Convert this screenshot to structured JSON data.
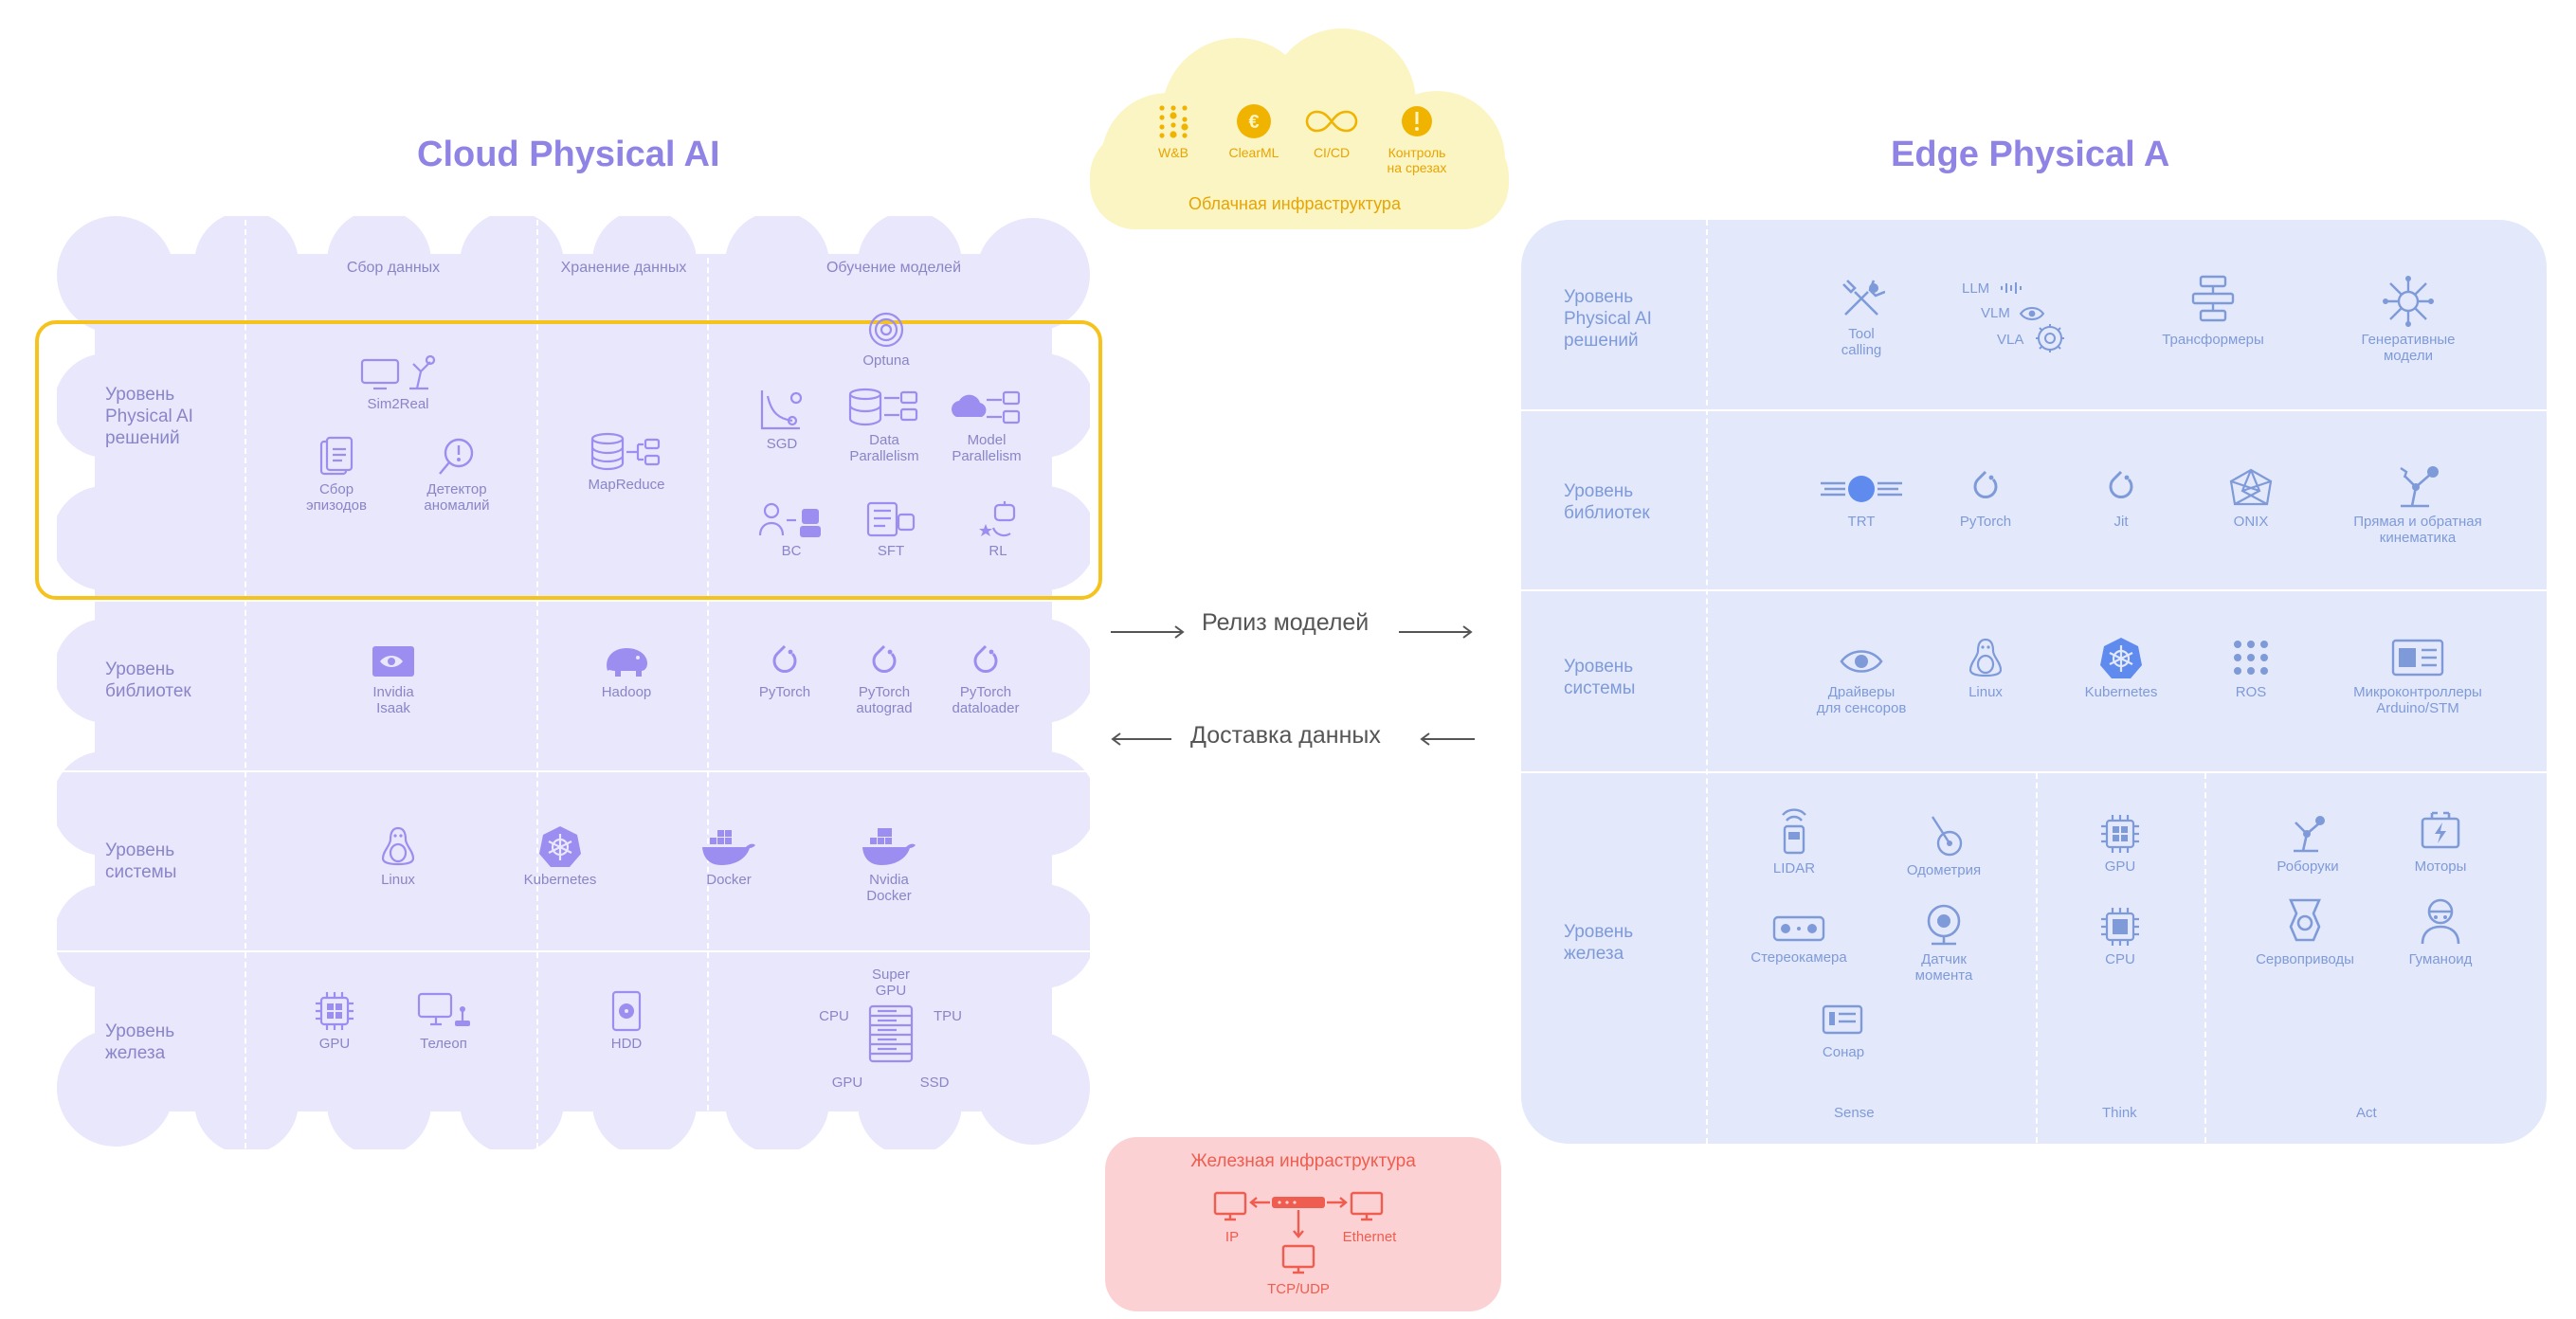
{
  "titles": {
    "cloud": "Cloud Physical AI",
    "edge": "Edge Physical A"
  },
  "cloud": {
    "col_heads": [
      "Сбор данных",
      "Хранение данных",
      "Обучение моделей"
    ],
    "levels": [
      "Уровень\nPhysical AI\nрешений",
      "Уровень\nбиблиотек",
      "Уровень\nсистемы",
      "Уровень\nжелеза"
    ],
    "solutions": {
      "optuna": "Optuna",
      "sim2real": "Sim2Real",
      "episodes": "Сбор\nэпизодов",
      "anomaly": "Детектор\nаномалий",
      "mapreduce": "MapReduce",
      "sgd": "SGD",
      "data_par": "Data\nParallelism",
      "model_par": "Model\nParallelism",
      "bc": "BC",
      "sft": "SFT",
      "rl": "RL"
    },
    "libraries": {
      "isaak": "Invidia\nIsaak",
      "hadoop": "Hadoop",
      "pytorch": "PyTorch",
      "autograd": "PyTorch\nautograd",
      "dataloader": "PyTorch\ndataloader"
    },
    "system": {
      "linux": "Linux",
      "kubernetes": "Kubernetes",
      "docker": "Docker",
      "nvidia_docker": "Nvidia\nDocker"
    },
    "hardware": {
      "gpu": "GPU",
      "teleop": "Телеоп",
      "hdd": "HDD",
      "super_gpu": "Super\nGPU",
      "cpu": "CPU",
      "tpu": "TPU",
      "gpu2": "GPU",
      "ssd": "SSD"
    }
  },
  "cloud_infra": {
    "title": "Облачная инфраструктура",
    "items": [
      "W&B",
      "ClearML",
      "CI/CD",
      "Контроль\nна срезах"
    ]
  },
  "arrows": {
    "release": "Релиз моделей",
    "delivery": "Доставка данных"
  },
  "hardware_infra": {
    "title": "Железная инфраструктура",
    "ip": "IP",
    "ethernet": "Ethernet",
    "tcp": "TCP/UDP"
  },
  "edge": {
    "levels": [
      "Уровень\nPhysical AI\nрешений",
      "Уровень\nбиблиотек",
      "Уровень\nсистемы",
      "Уровень\nжелеза"
    ],
    "solutions": {
      "tool": "Tool\ncalling",
      "llm": "LLM",
      "vlm": "VLM",
      "vla": "VLA",
      "transformers": "Трансформеры",
      "generative": "Генеративные\nмодели"
    },
    "libraries": {
      "trt": "TRT",
      "pytorch": "PyTorch",
      "jit": "Jit",
      "onix": "ONIX",
      "kinematics": "Прямая  и обратная\nкинематика"
    },
    "system": {
      "drivers": "Драйверы\nдля сенсоров",
      "linux": "Linux",
      "kubernetes": "Kubernetes",
      "ros": "ROS",
      "micro": "Микроконтроллеры\nArduino/STM"
    },
    "hardware": {
      "lidar": "LIDAR",
      "odometry": "Одометрия",
      "stereo": "Стереокамера",
      "sensor": "Датчик\nмомента",
      "sonar": "Сонар",
      "gpu": "GPU",
      "cpu": "CPU",
      "roboarms": "Роборуки",
      "motors": "Моторы",
      "servos": "Сервоприводы",
      "humanoid": "Гуманоид"
    },
    "groups": [
      "Sense",
      "Think",
      "Act"
    ]
  },
  "colors": {
    "cloud_accent": "#9b8ef0",
    "edge_accent": "#7f9ad9",
    "highlight": "#f6c21c",
    "infra_yellow": "#fbf5c4",
    "infra_red": "#fcd1d3"
  }
}
